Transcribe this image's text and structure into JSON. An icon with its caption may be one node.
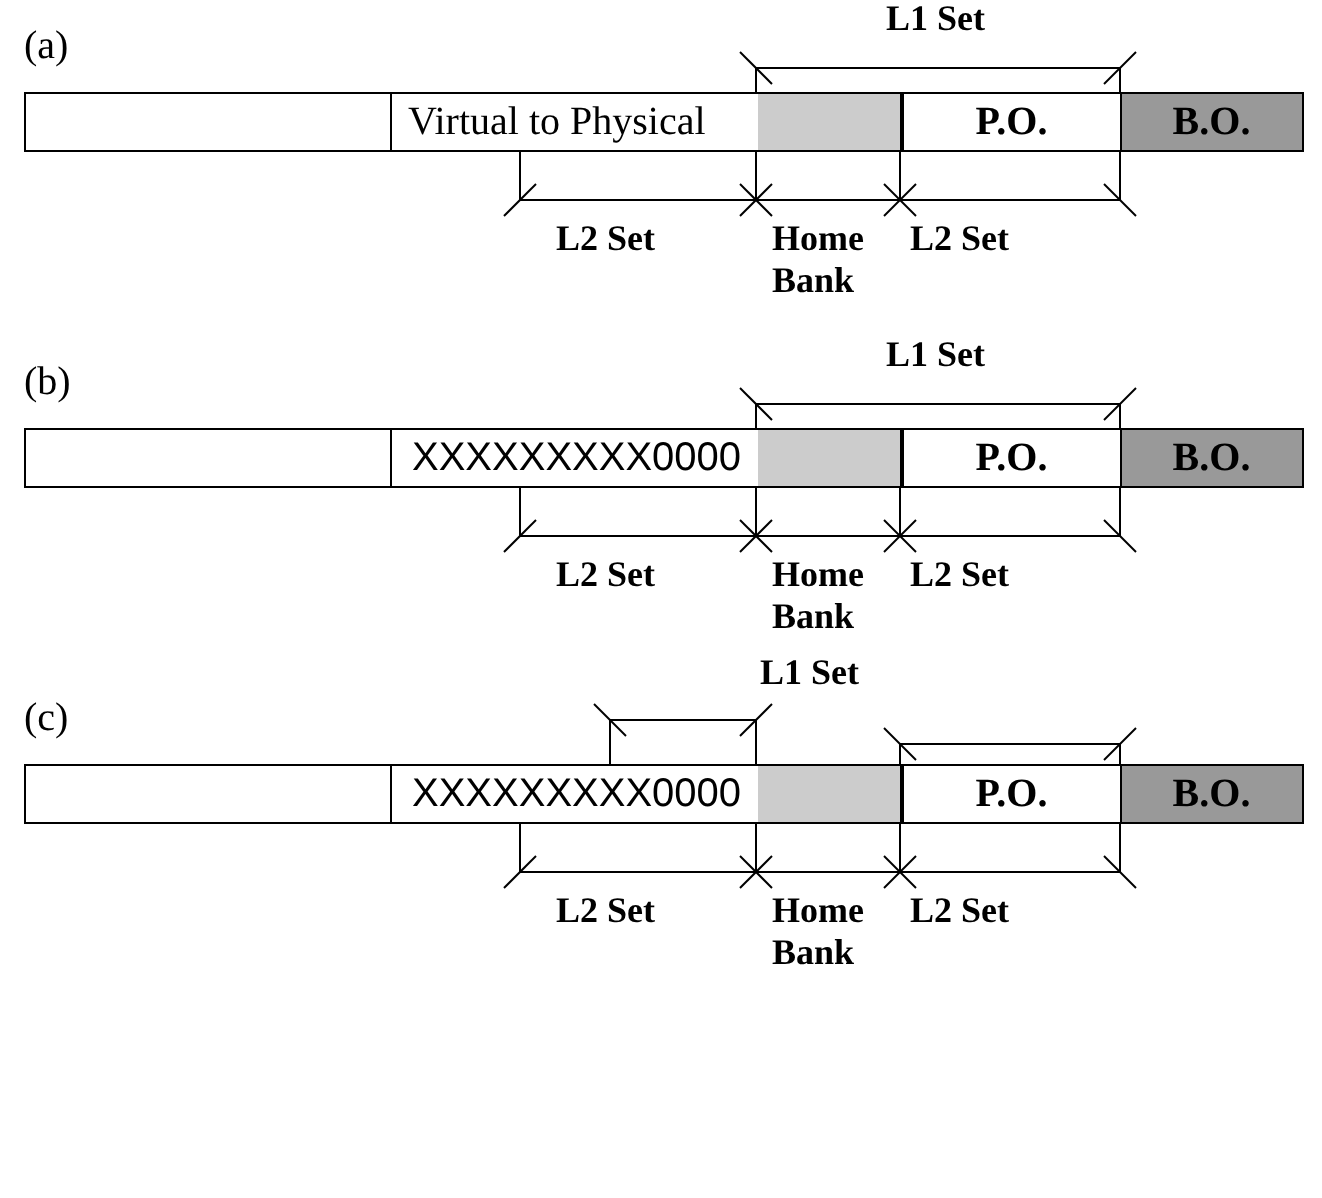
{
  "diagram": {
    "nodes": [
      {
        "text": [],
        "shape": "box"
      },
      {
        "text": [
          "Virtual to Physical"
        ]
      },
      {
        "text": [
          "P.O."
        ]
      },
      {
        "text": [
          "B.O."
        ]
      },
      {
        "text": [],
        "shape": "box"
      },
      {
        "text": [
          "XXXXXXXXX0000"
        ]
      },
      {
        "text": [
          "P.O."
        ]
      },
      {
        "text": [
          "B.O."
        ]
      },
      {
        "text": [],
        "shape": "box"
      },
      {
        "text": [
          "XXXXXXXXX0000"
        ]
      },
      {
        "text": [
          "P.O."
        ]
      },
      {
        "text": [
          "B.O."
        ]
      }
    ],
    "labels": [
      "(a)",
      "L1 Set",
      "L2 Set",
      "Home Bank",
      "L2 Set",
      "(b)",
      "L1 Set",
      "L2 Set",
      "Home Bank",
      "L2 Set",
      "(c)",
      "L1 Set",
      "L2 Set",
      "Home Bank",
      "L2 Set"
    ]
  }
}
